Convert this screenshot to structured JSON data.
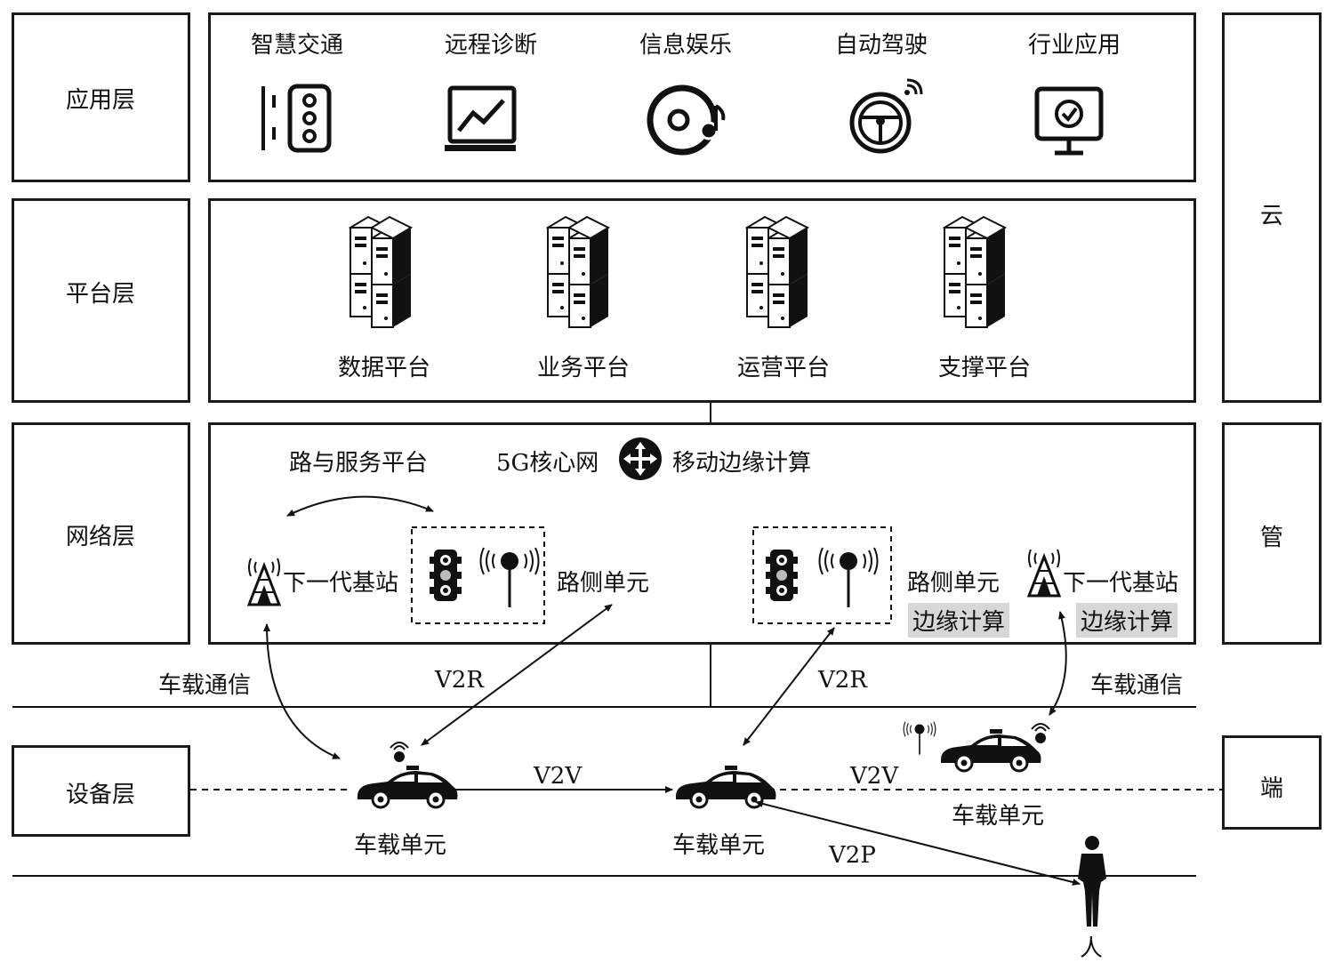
{
  "layers": {
    "application": "应用层",
    "platform": "平台层",
    "network": "网络层",
    "device": "设备层"
  },
  "side": {
    "cloud": "云",
    "pipe": "管",
    "end": "端"
  },
  "applications": [
    "智慧交通",
    "远程诊断",
    "信息娱乐",
    "自动驾驶",
    "行业应用"
  ],
  "platforms": [
    "数据平台",
    "业务平台",
    "运营平台",
    "支撑平台"
  ],
  "network": {
    "road_service_platform": "路与服务平台",
    "core_5g": "5G核心网",
    "mec": "移动边缘计算",
    "next_gen_base_station": "下一代基站",
    "roadside_unit": "路侧单元",
    "edge_computing": "边缘计算"
  },
  "links": {
    "vehicle_comm": "车载通信",
    "v2r": "V2R",
    "v2v": "V2V",
    "v2p": "V2P"
  },
  "devices": {
    "obu": "车载单元",
    "person": "人"
  },
  "icons": [
    "traffic-light-lane-icon",
    "monitor-chart-icon",
    "disc-music-icon",
    "steering-wheel-wireless-icon",
    "monitor-check-icon",
    "server-rack-icon",
    "four-arrows-icon",
    "cell-tower-icon",
    "traffic-light-icon",
    "antenna-icon",
    "car-icon",
    "person-icon",
    "wireless-signal-icon"
  ]
}
